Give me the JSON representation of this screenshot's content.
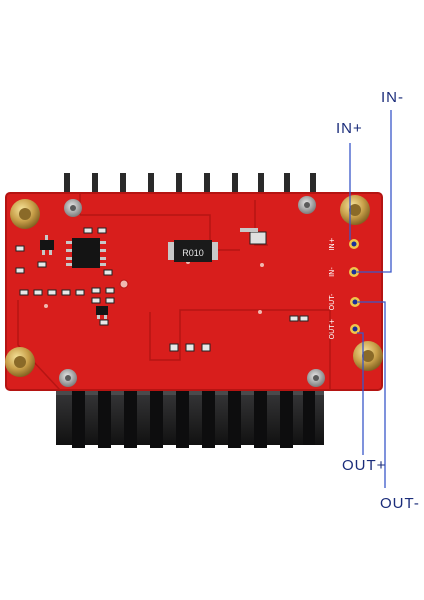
{
  "product": {
    "resistor_marking": "R010"
  },
  "silkscreen": {
    "in_plus": "IN+",
    "in_minus": "IN-",
    "out_minus": "OUT-",
    "out_plus": "OUT+"
  },
  "callouts": {
    "in_minus": "IN-",
    "in_plus": "IN+",
    "out_plus": "OUT+",
    "out_minus": "OUT-"
  },
  "colors": {
    "pcb": "#d81e1c",
    "heatsink": "#1c1c1e",
    "pin_metal": "#2a2a2a",
    "standoff_brass": "#caa24a",
    "pad_tin": "#c8c8c8",
    "callout_line": "#3a57c9",
    "callout_text": "#1a2c7a"
  }
}
